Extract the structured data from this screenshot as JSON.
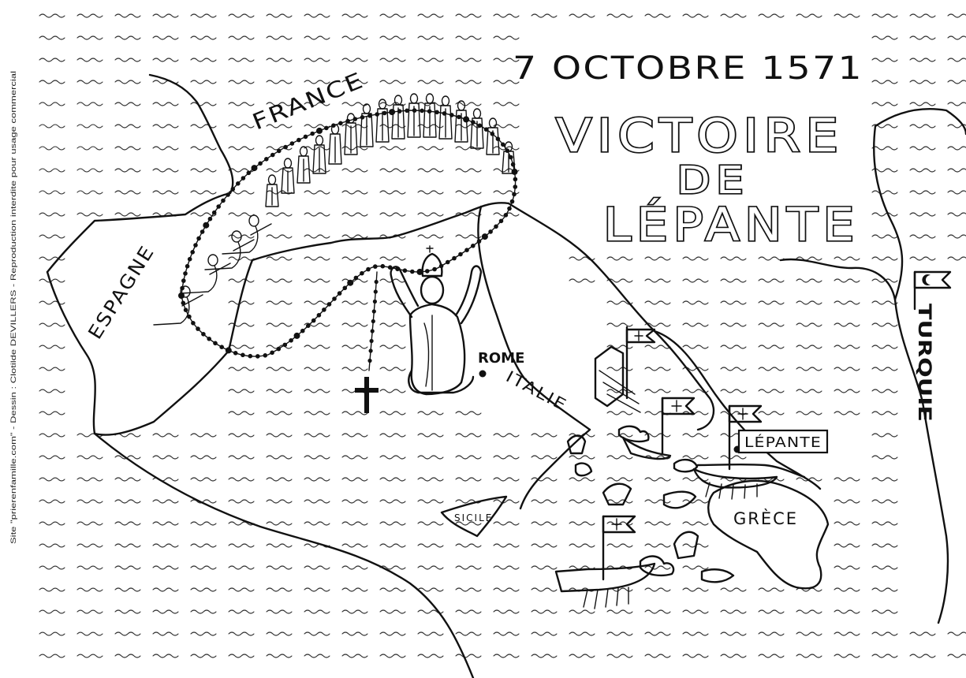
{
  "title": {
    "date": "7 OCTOBRE 1571",
    "line1": "VICTOIRE",
    "line2": "DE",
    "line3": "LÉPANTE"
  },
  "labels": {
    "france": "FRANCE",
    "espagne": "ESPAGNE",
    "rome": "ROME",
    "italie": "ITALIE",
    "sicile": "SICILE",
    "lepante": "LÉPANTE",
    "grece": "GRÈCE",
    "turquie": "TURQUIE"
  },
  "credit": "Site \"prierenfamille.com\" - Dessin : Clotilde DEVILLERS - Reproduction interdite pour usage commercial"
}
